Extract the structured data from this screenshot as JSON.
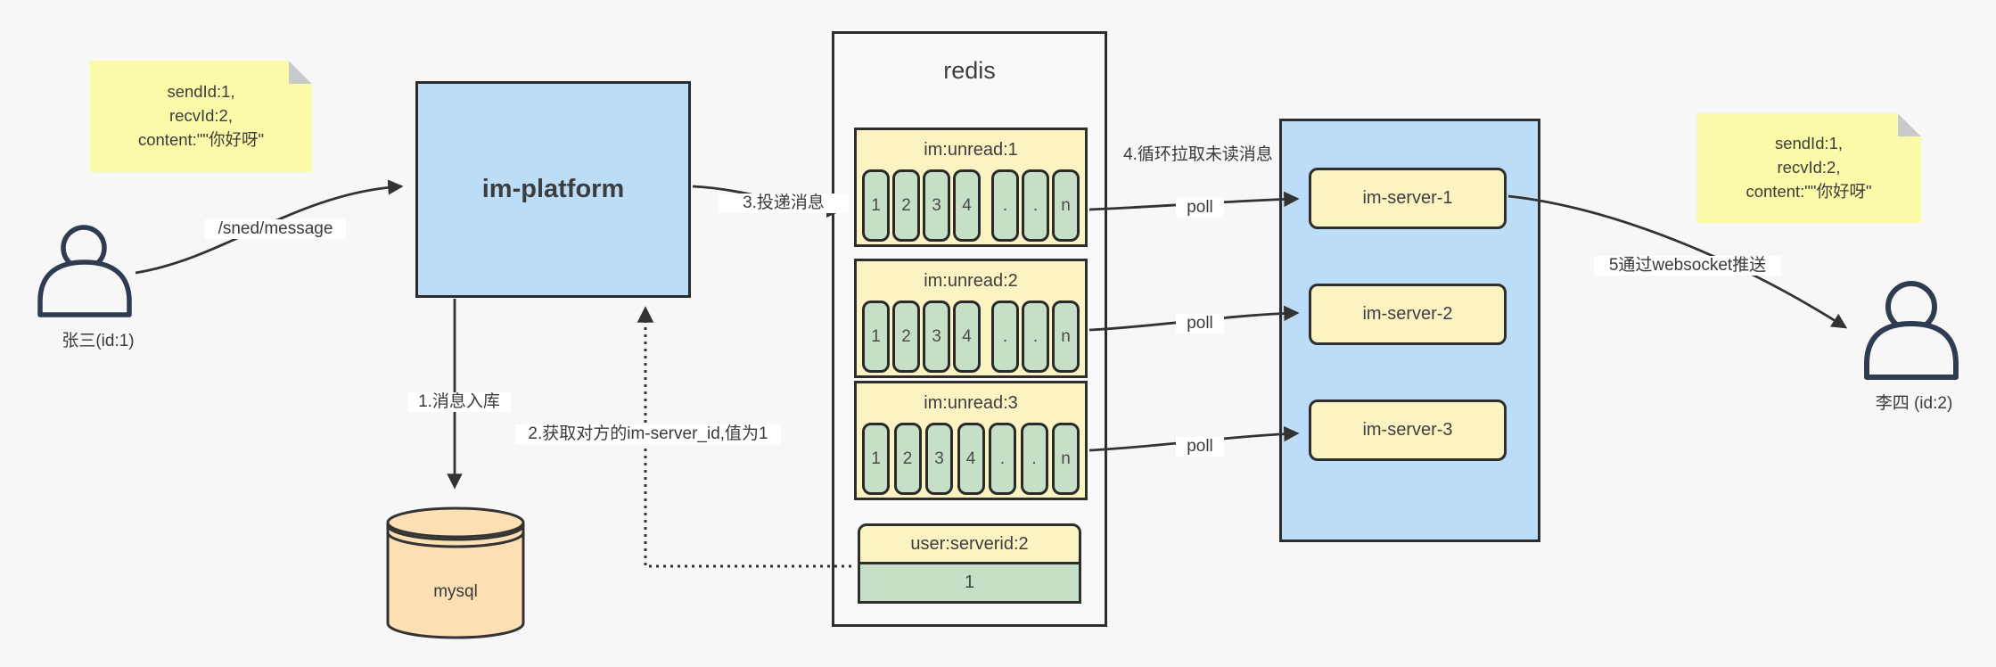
{
  "colors": {
    "background": "#f7f7f7",
    "sticky_yellow": "#fafaa8",
    "box_blue": "#bcddf8",
    "queue_yellow": "#fbf3c1",
    "cell_green": "#c5e0c7",
    "mysql_peach": "#fcdfb2",
    "line_dark": "#333333",
    "person_stroke": "#2f3b50"
  },
  "sticky_left": {
    "lines": [
      "sendId:1,",
      "recvId:2,",
      "content:\"\"你好呀\""
    ]
  },
  "sticky_right": {
    "lines": [
      "sendId:1,",
      "recvId:2,",
      "content:\"\"你好呀\""
    ]
  },
  "actors": {
    "left": {
      "label": "张三(id:1)"
    },
    "right": {
      "label": "李四 (id:2)"
    }
  },
  "platform": {
    "label": "im-platform"
  },
  "database": {
    "label": "mysql"
  },
  "redis": {
    "title": "redis",
    "queues": [
      {
        "name": "im:unread:1",
        "cells": [
          "1",
          "2",
          "3",
          "4",
          ".",
          ".",
          "n"
        ]
      },
      {
        "name": "im:unread:2",
        "cells": [
          "1",
          "2",
          "3",
          "4",
          ".",
          ".",
          "n"
        ]
      },
      {
        "name": "im:unread:3",
        "cells": [
          "1",
          "2",
          "3",
          "4",
          ".",
          ".",
          "n"
        ]
      }
    ],
    "kv": {
      "key": "user:serverid:2",
      "value": "1"
    }
  },
  "servers": {
    "items": [
      {
        "label": "im-server-1"
      },
      {
        "label": "im-server-2"
      },
      {
        "label": "im-server-3"
      }
    ]
  },
  "edges": {
    "send_route": "/sned/message",
    "step1": "1.消息入库",
    "step2": "2.获取对方的im-server_id,值为1",
    "step3": "3.投递消息",
    "step4": "4.循环拉取未读消息",
    "poll": "poll",
    "step5": "5通过websocket推送"
  }
}
